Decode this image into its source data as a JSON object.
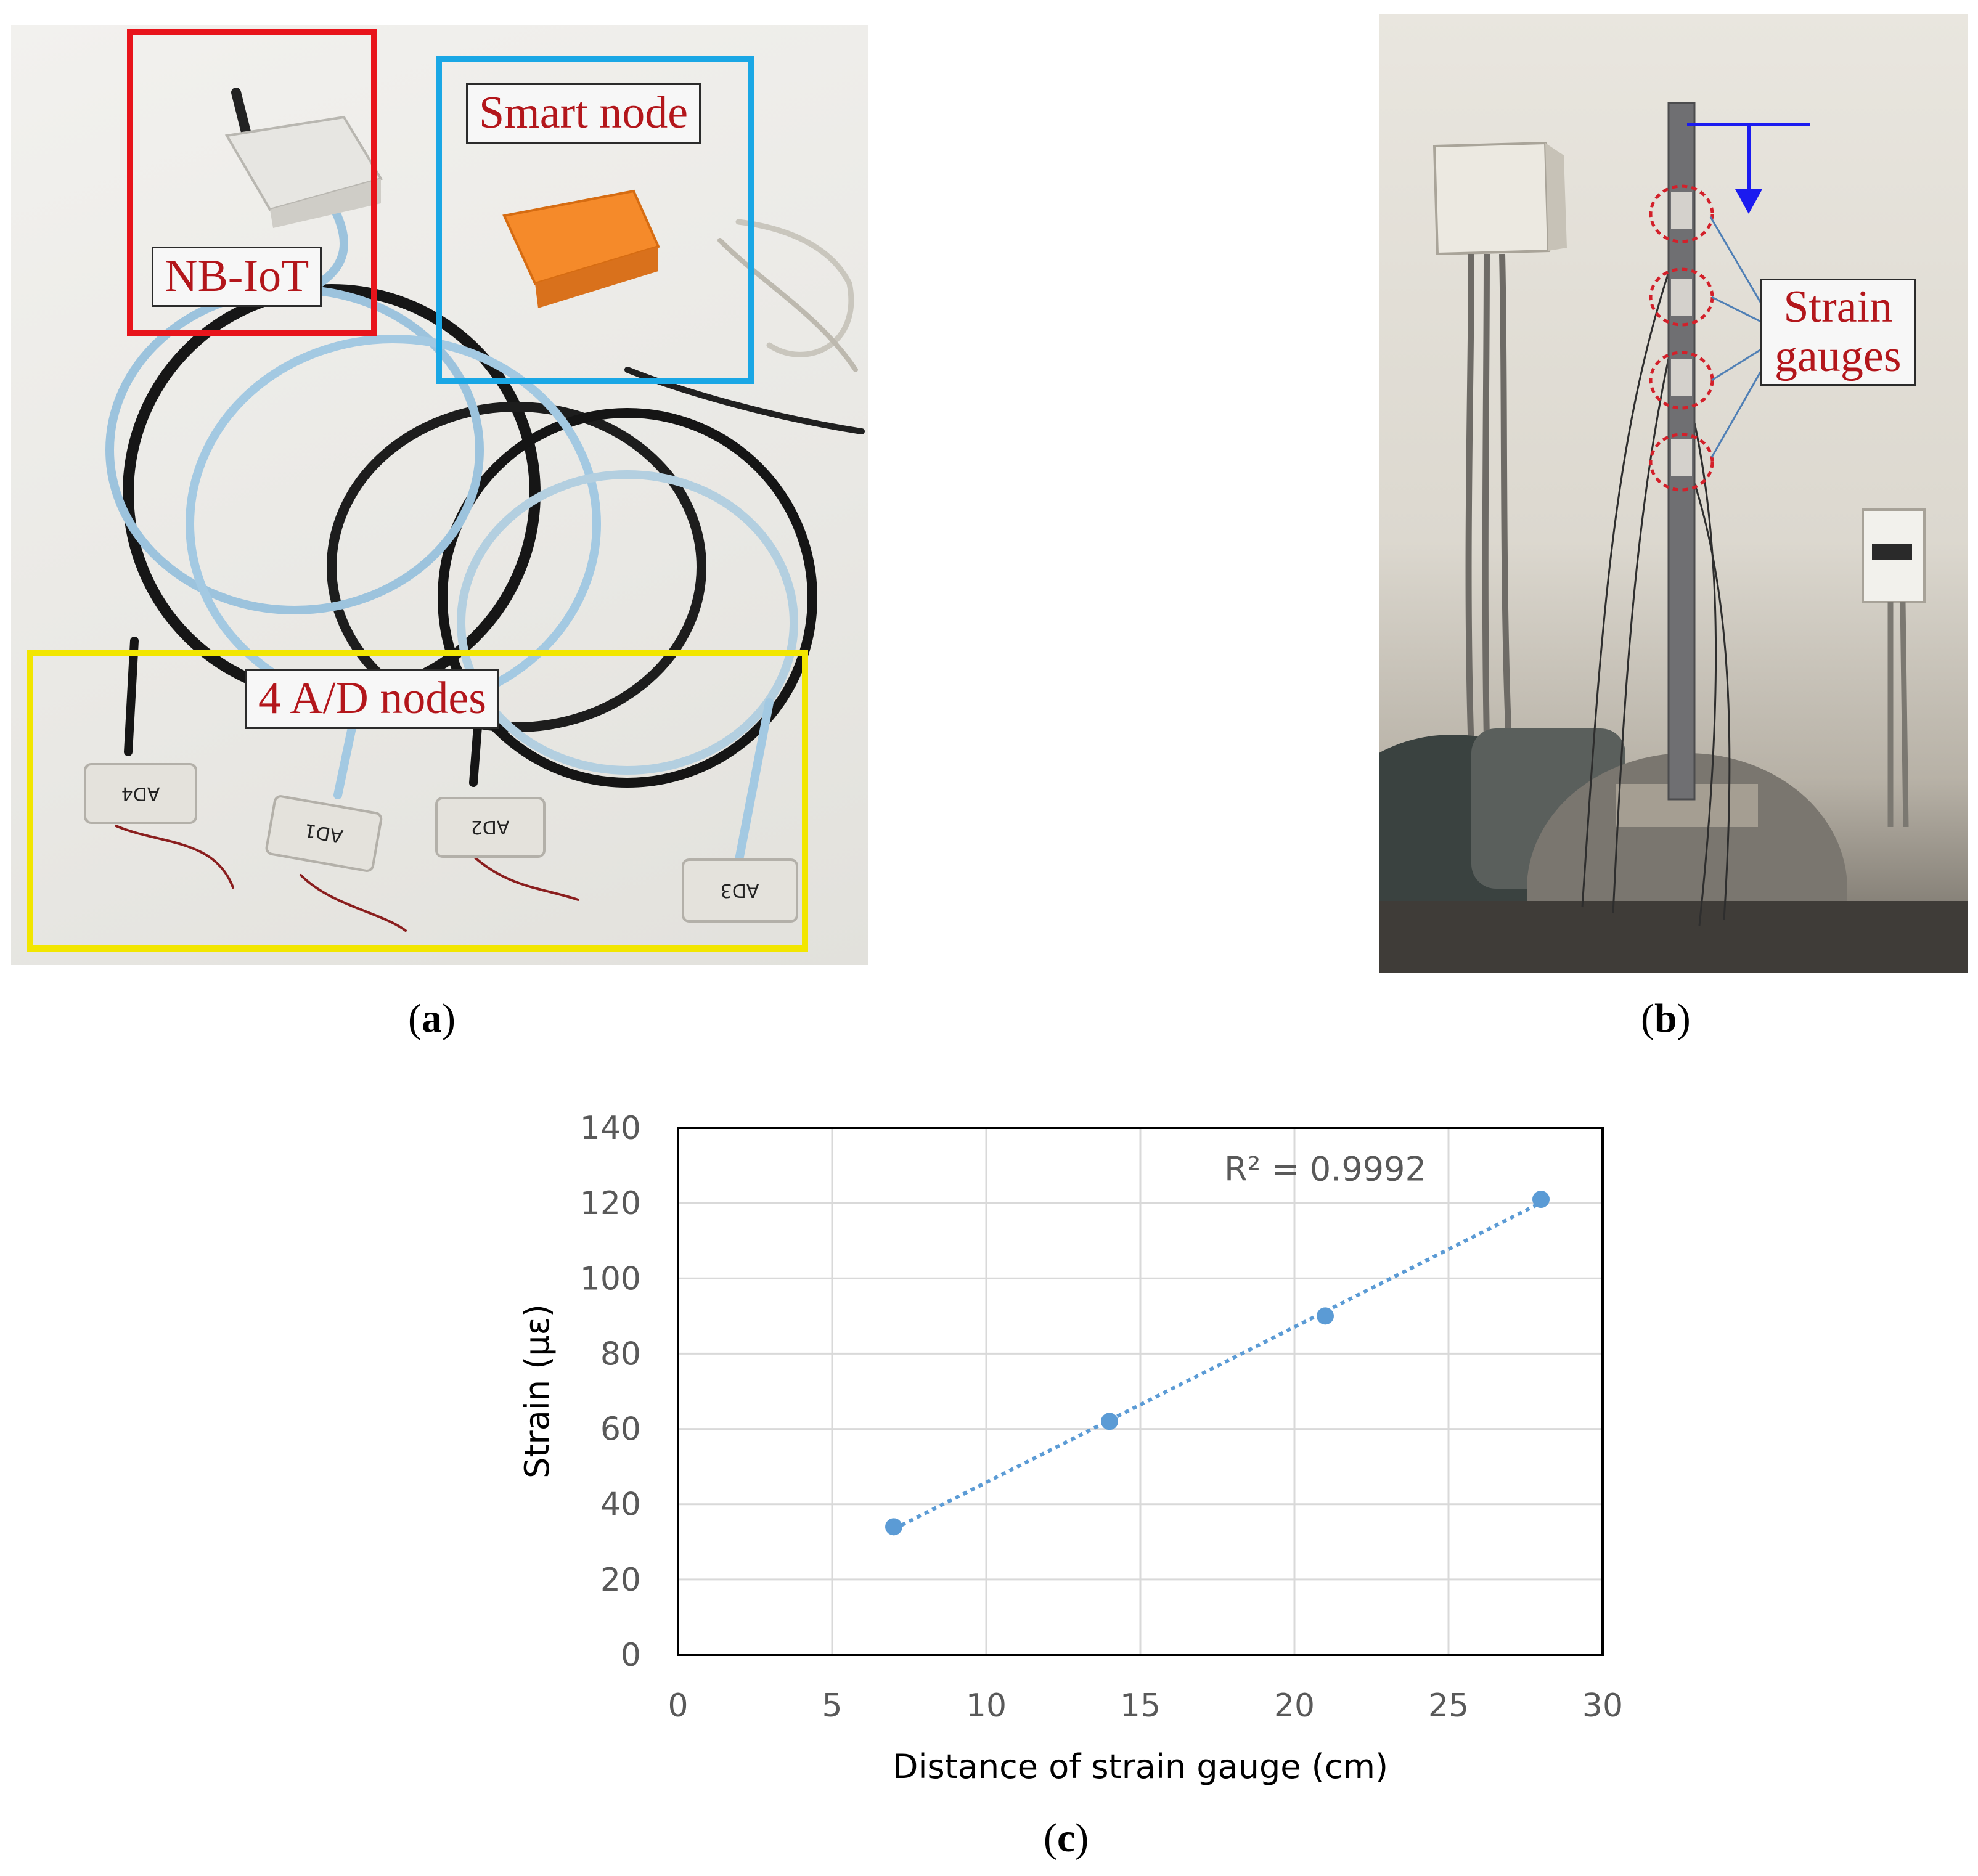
{
  "panel_a": {
    "caption_letter": "a",
    "labels": {
      "nb_iot": "NB-IoT",
      "smart_node": "Smart node",
      "ad_nodes": "4 A/D nodes"
    },
    "device_tags": [
      "AD4",
      "AD1",
      "AD2",
      "AD3"
    ],
    "colors": {
      "nb_iot_box": "#e8141b",
      "smart_node_box": "#1aa7e5",
      "ad_nodes_box": "#f2e600",
      "smart_node_device": "#f58a2a"
    }
  },
  "panel_b": {
    "caption_letter": "b",
    "labels": {
      "strain_line1": "Strain",
      "strain_line2": "gauges"
    },
    "colors": {
      "arrow": "#1b1bf0",
      "gauge_circles": "#d3202a"
    }
  },
  "panel_c": {
    "caption_letter": "c"
  },
  "chart_data": {
    "type": "scatter",
    "title": "",
    "xlabel": "Distance of strain gauge (cm)",
    "ylabel": "Strain (με)",
    "xlim": [
      0,
      30
    ],
    "ylim": [
      0,
      140
    ],
    "xticks": [
      0,
      5,
      10,
      15,
      20,
      25,
      30
    ],
    "yticks": [
      0,
      20,
      40,
      60,
      80,
      100,
      120,
      140
    ],
    "grid": true,
    "series": [
      {
        "x": [
          7,
          14,
          21,
          28
        ],
        "y": [
          34,
          62,
          90,
          121
        ],
        "color": "#5b9bd5",
        "trendline": "linear, dotted"
      }
    ],
    "annotation": "R² = 0.9992"
  }
}
